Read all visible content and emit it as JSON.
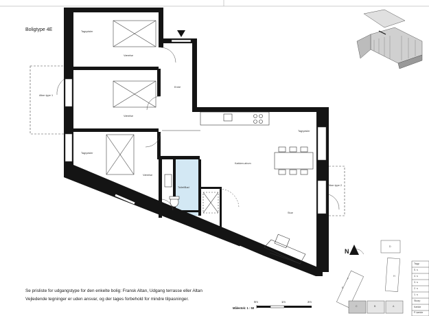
{
  "plan": {
    "title": "Boligtype 4E",
    "rooms": {
      "bedroom_top_tagrydsler": "Tagrydsler",
      "bedroom_top_vaerelse": "Værelse",
      "bedroom_mid_vaerelse": "Værelse",
      "altan_left": "Altan type 1",
      "entre": "Entré",
      "bedroom_bottom_tagrydsler": "Tagrydsler",
      "bedroom_bottom_vaerelse": "Værelse",
      "kitchen_tagrydsler": "Tagrydsler",
      "kokken_alrum": "Køkken-alrum",
      "toilet_bad": "Toilet/Bad",
      "altan_right": "Altan type 2",
      "stue": "Stue"
    },
    "notes": [
      "Se prisliste for udgangstype for den enkelte bolig: Fransk Altan, Udgang terrasse eller Altan",
      "Vejledende tegninger er uden ansvar, og der tages forbehold for mindre tilpasninger."
    ],
    "scale": {
      "label": "Målestok:  1 : 50",
      "ticks": [
        "0m",
        "1m",
        "2m"
      ]
    }
  },
  "site": {
    "north": "N",
    "legend_rows": [
      "Tagp",
      "5. s",
      "4. s",
      "3. s",
      "2. s",
      "1. s",
      "Stuep",
      "Kælde",
      "P-kælde"
    ],
    "blocks": [
      "C",
      "B",
      "A",
      "D",
      "H",
      "E",
      "F"
    ]
  },
  "colors": {
    "wall": "#141414",
    "bathroom": "#d3e8f4",
    "line": "#333333"
  }
}
